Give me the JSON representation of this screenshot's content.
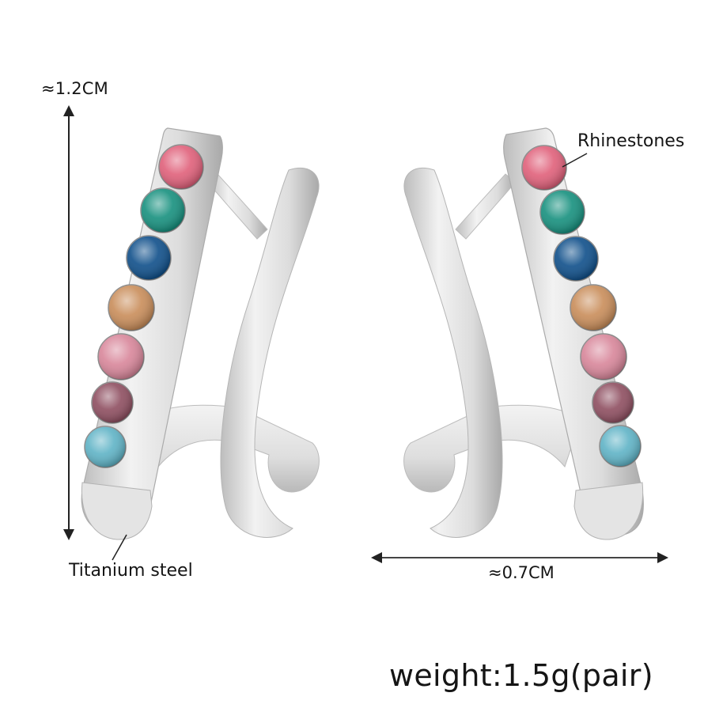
{
  "product": {
    "type": "ear cuff stud earrings",
    "finish": "silver",
    "view": "pair, mirrored"
  },
  "annotations": {
    "height_label": "≈1.2CM",
    "width_label": "≈0.7CM",
    "rhinestones_label": "Rhinestones",
    "material_label": "Titanium steel",
    "weight_label": "weight:1.5g(pair)"
  },
  "rhinestones": {
    "count_per_earring": 7,
    "colors": [
      {
        "name": "rose pink",
        "hex": "#e0607a"
      },
      {
        "name": "emerald green",
        "hex": "#16907e"
      },
      {
        "name": "sapphire blue",
        "hex": "#0f4f8a"
      },
      {
        "name": "light topaz",
        "hex": "#c98d5a"
      },
      {
        "name": "light rose",
        "hex": "#d8869a"
      },
      {
        "name": "mauve",
        "hex": "#8e4e60"
      },
      {
        "name": "aquamarine",
        "hex": "#5fb3c6"
      }
    ]
  },
  "colors": {
    "background": "#ffffff",
    "metal": "#d9d9d9",
    "metal_highlight": "#f4f4f4",
    "metal_shadow": "#a8a8a8",
    "text": "#151515",
    "arrow": "#222222"
  }
}
